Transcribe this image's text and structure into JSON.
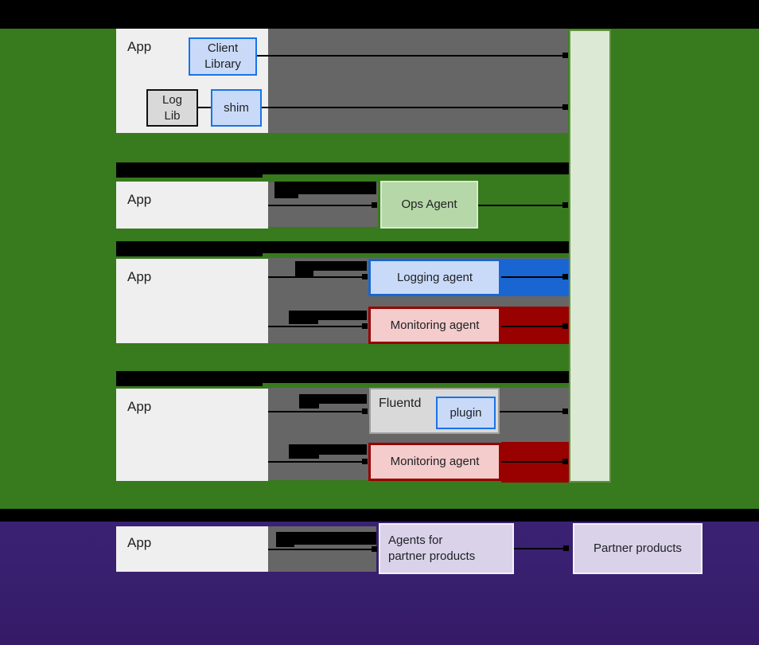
{
  "colors": {
    "background_green": "#387a1e",
    "background_purple": "#38206f",
    "redacted_black": "#000000",
    "gray_box": "#666666",
    "white_box": "#efefef",
    "light_gray_box": "#d9d9d9",
    "blue_border": "#1a73e8",
    "blue_pipe_fill": "#1966d2",
    "light_blue_fill": "#c9daf8",
    "ops_agent_fill": "#b6d7a8",
    "ops_agent_border": "#d9ead3",
    "receiver_bar_fill": "#dcead5",
    "receiver_bar_border": "#60913c",
    "monitoring_border": "#990000",
    "monitoring_fill": "#f4cccc",
    "red_pipe_fill": "#990000",
    "partner_box_fill": "#d9d2e9",
    "text_dark": "#202124"
  },
  "sections": {
    "client_libraries": {
      "app": "App",
      "client_library": "Client Library",
      "log_lib": "Log Lib",
      "shim": "shim"
    },
    "ops_agent": {
      "app": "App",
      "agent": "Ops Agent"
    },
    "legacy_agents": {
      "app": "App",
      "logging_agent": "Logging agent",
      "monitoring_agent": "Monitoring agent"
    },
    "fluentd_plugin": {
      "app": "App",
      "fluentd": "Fluentd",
      "plugin": "plugin",
      "monitoring_agent": "Monitoring agent"
    },
    "partner": {
      "app": "App",
      "agents_for_partner_products": "Agents for partner products",
      "partner_products": "Partner products"
    }
  }
}
